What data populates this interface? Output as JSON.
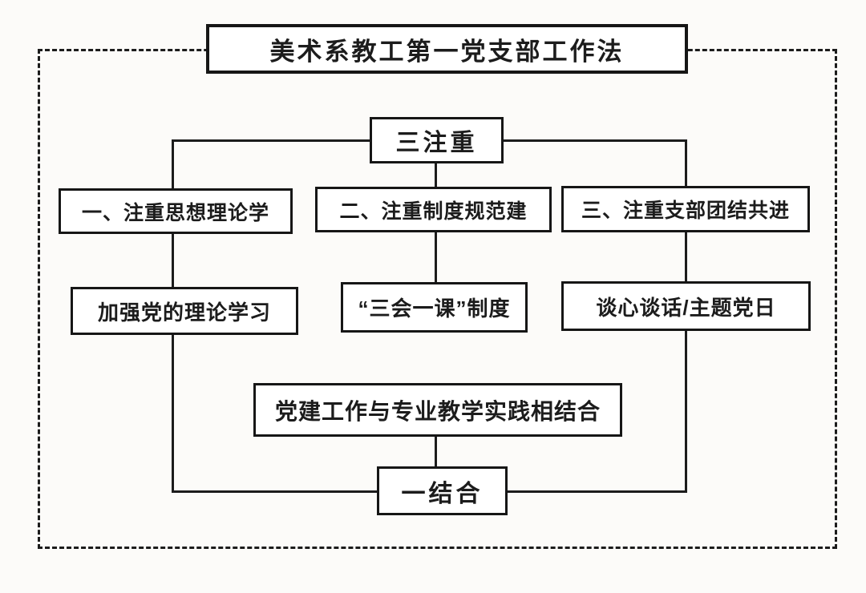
{
  "diagram": {
    "title": "美术系教工第一党支部工作法",
    "colors": {
      "line": "#1c1c1c",
      "box_background": "#ffffff",
      "canvas_background": "#fcfbf9"
    },
    "top_node": {
      "label": "三注重"
    },
    "branches": [
      {
        "heading": "一、注重思想理论学",
        "detail": "加强党的理论学习"
      },
      {
        "heading": "二、注重制度规范建",
        "detail": "“三会一课”制度"
      },
      {
        "heading": "三、注重支部团结共进",
        "detail": "谈心谈话/主题党日"
      }
    ],
    "integration_node": {
      "label": "党建工作与专业教学实践相结合"
    },
    "bottom_node": {
      "label": "一结合"
    }
  }
}
